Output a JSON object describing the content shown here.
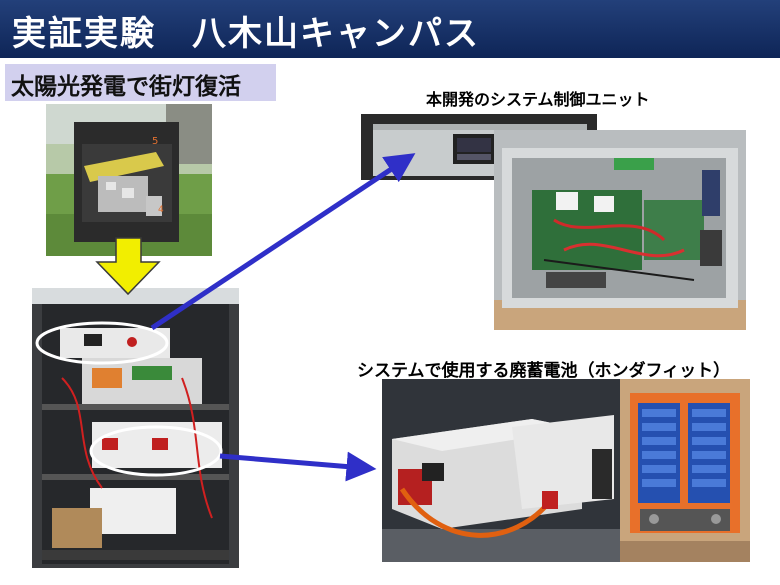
{
  "title": "実証実験　八木山キャンパス",
  "subtitle": "太陽光発電で街灯復活",
  "labels": {
    "control_unit": "本開発のシステム制御ユニット",
    "battery": "システムで使用する廃蓄電池（ホンダフィット）"
  },
  "colors": {
    "banner": "#173266",
    "subtitle_bg": "#d2d0ee",
    "arrow_blue": "#2f2fc8",
    "arrow_yellow": "#f2ee00"
  }
}
